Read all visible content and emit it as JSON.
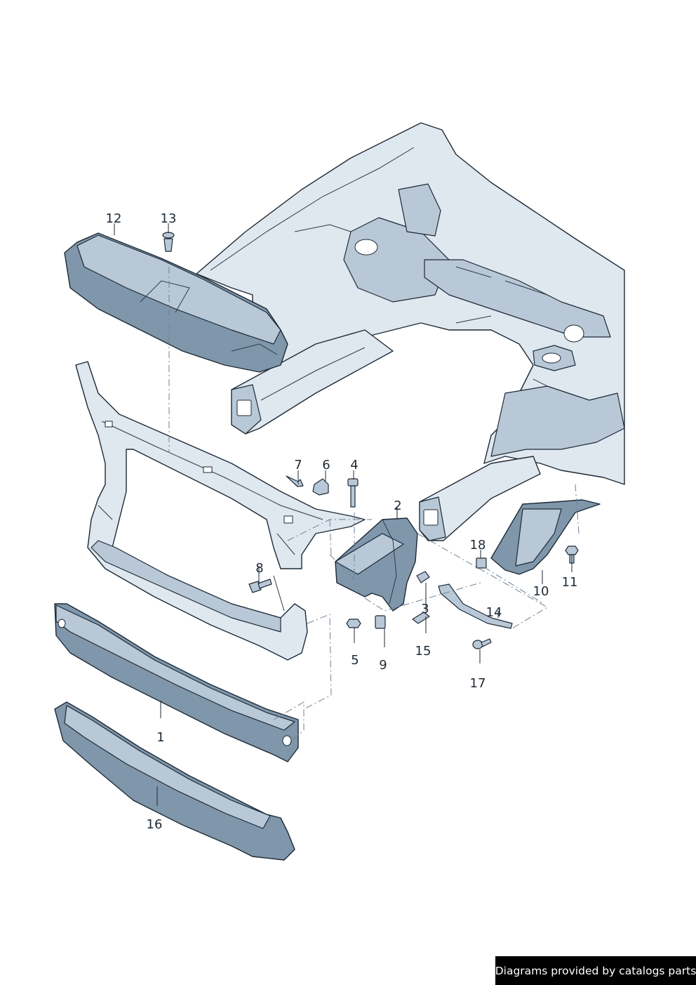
{
  "diagram": {
    "callouts": [
      {
        "number": "1"
      },
      {
        "number": "2"
      },
      {
        "number": "3"
      },
      {
        "number": "4"
      },
      {
        "number": "5"
      },
      {
        "number": "6"
      },
      {
        "number": "7"
      },
      {
        "number": "8"
      },
      {
        "number": "9"
      },
      {
        "number": "10"
      },
      {
        "number": "11"
      },
      {
        "number": "12"
      },
      {
        "number": "13"
      },
      {
        "number": "14"
      },
      {
        "number": "15"
      },
      {
        "number": "16"
      },
      {
        "number": "17"
      },
      {
        "number": "18"
      }
    ]
  },
  "watermark": {
    "text": "Diagrams provided by catalogs parts"
  }
}
